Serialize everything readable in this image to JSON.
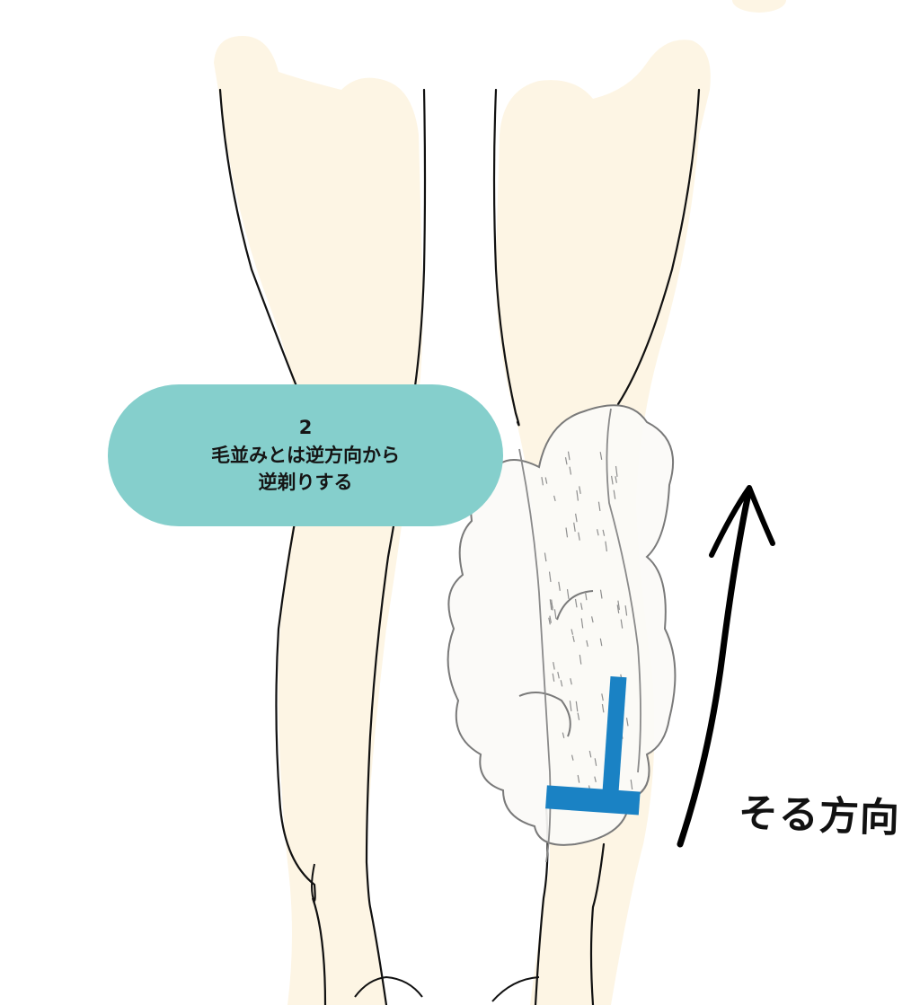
{
  "colors": {
    "skin": "#fdf5e4",
    "outline": "#111111",
    "foam_fill": "#fbfaf7",
    "foam_outline": "#7a7a7a",
    "hair": "#8f8f8f",
    "razor": "#1a82c4",
    "bubble": "#85cfcc",
    "arrow": "#000000"
  },
  "icons": {
    "razor": "razor-icon",
    "arrow": "arrow-up-icon"
  },
  "step_bubble": {
    "number": "2",
    "line1": "毛並みとは逆方向から",
    "line2": "逆剃りする"
  },
  "direction_label": "そる方向"
}
